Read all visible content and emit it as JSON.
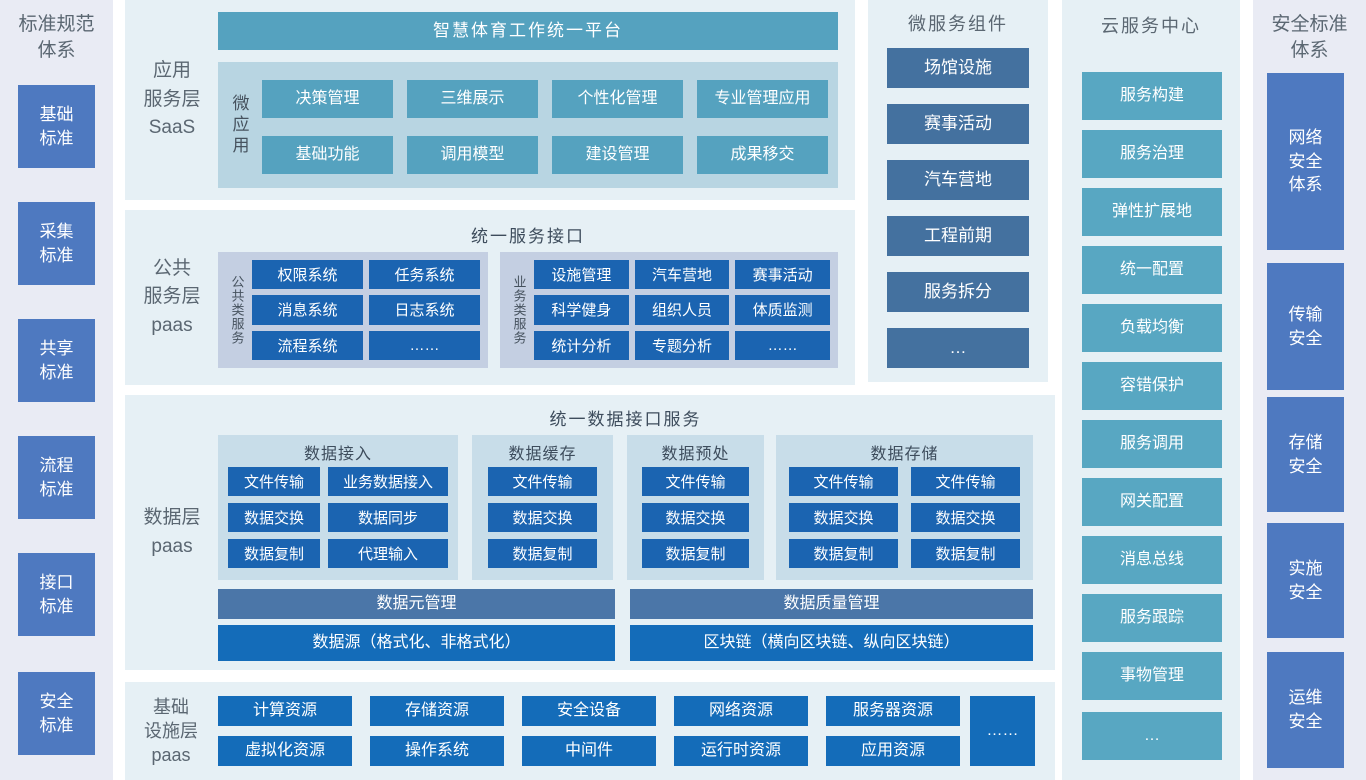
{
  "colors": {
    "teal": "#55a2bf",
    "teal_light": "#58a7c2",
    "dark_blue": "#1b64b1",
    "bright_blue": "#146cb9",
    "slate_blue": "#44719f",
    "slate_bar": "#4b76a8",
    "periwinkle": "#4e79c0",
    "bg_side": "#e9ebf4",
    "bg_section": "#e6f0f5",
    "bg_micro_apps": "#b8d5e2",
    "bg_service_group": "#c4cfe2",
    "bg_data_group": "#c8dde9",
    "label_dark": "#5b6772",
    "title_dark": "#3d4c5c",
    "label_mid": "#46525e"
  },
  "left_panel": {
    "title": "标准规范\n体系",
    "items": [
      "基础\n标准",
      "采集\n标准",
      "共享\n标准",
      "流程\n标准",
      "接口\n标准",
      "安全\n标准"
    ]
  },
  "saas": {
    "label": "应用\n服务层\nSaaS",
    "header": "智慧体育工作统一平台",
    "group_label": "微应用",
    "apps": [
      [
        "决策管理",
        "三维展示",
        "个性化管理",
        "专业管理应用"
      ],
      [
        "基础功能",
        "调用模型",
        "建设管理",
        "成果移交"
      ]
    ]
  },
  "paas_service": {
    "label": "公共\n服务层\npaas",
    "title": "统一服务接口",
    "groups": [
      {
        "label": "公共类服务",
        "items": [
          [
            "权限系统",
            "任务系统"
          ],
          [
            "消息系统",
            "日志系统"
          ],
          [
            "流程系统",
            "……"
          ]
        ]
      },
      {
        "label": "业务类服务",
        "items": [
          [
            "设施管理",
            "汽车营地",
            "赛事活动"
          ],
          [
            "科学健身",
            "组织人员",
            "体质监测"
          ],
          [
            "统计分析",
            "专题分析",
            "……"
          ]
        ]
      }
    ]
  },
  "data_layer": {
    "label": "数据层\npaas",
    "title": "统一数据接口服务",
    "groups": [
      {
        "title": "数据接入",
        "columns": [
          [
            "文件传输",
            "数据交换",
            "数据复制"
          ],
          [
            "业务数据接入",
            "数据同步",
            "代理输入"
          ]
        ]
      },
      {
        "title": "数据缓存",
        "columns": [
          [
            "文件传输",
            "数据交换",
            "数据复制"
          ]
        ]
      },
      {
        "title": "数据预处",
        "columns": [
          [
            "文件传输",
            "数据交换",
            "数据复制"
          ]
        ]
      },
      {
        "title": "数据存储",
        "columns": [
          [
            "文件传输",
            "数据交换",
            "数据复制"
          ],
          [
            "文件传输",
            "数据交换",
            "数据复制"
          ]
        ]
      }
    ],
    "meta_bars": [
      "数据元管理",
      "数据质量管理"
    ],
    "source_bars": [
      "数据源（格式化、非格式化）",
      "区块链（横向区块链、纵向区块链）"
    ]
  },
  "infra": {
    "label": "基础\n设施层\npaas",
    "rows": [
      [
        "计算资源",
        "存储资源",
        "安全设备",
        "网络资源",
        "服务器资源"
      ],
      [
        "虚拟化资源",
        "操作系统",
        "中间件",
        "运行时资源",
        "应用资源"
      ]
    ],
    "more": "……"
  },
  "microservices": {
    "title": "微服务组件",
    "items": [
      "场馆设施",
      "赛事活动",
      "汽车营地",
      "工程前期",
      "服务拆分",
      "…"
    ]
  },
  "cloud": {
    "title": "云服务中心",
    "items": [
      "服务构建",
      "服务治理",
      "弹性扩展地",
      "统一配置",
      "负载均衡",
      "容错保护",
      "服务调用",
      "网关配置",
      "消息总线",
      "服务跟踪",
      "事物管理",
      "…"
    ]
  },
  "right_panel": {
    "title": "安全标准\n体系",
    "items": [
      "网络\n安全\n体系",
      "传输\n安全",
      "存储\n安全",
      "实施\n安全",
      "运维\n安全"
    ]
  }
}
